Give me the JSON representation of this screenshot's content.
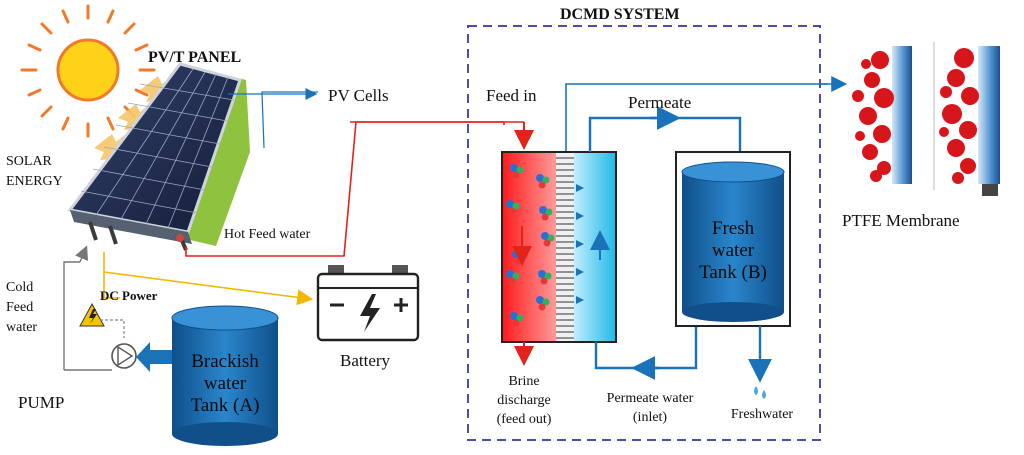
{
  "labels": {
    "pvt_panel": "PV/T PANEL",
    "dcmd_system": "DCMD SYSTEM",
    "pv_cells": "PV Cells",
    "feed_in": "Feed in",
    "permeate": "Permeate",
    "solar_energy_1": "SOLAR",
    "solar_energy_2": "ENERGY",
    "hot_feed_water": "Hot Feed water",
    "cold_feed_1": "Cold",
    "cold_feed_2": "Feed",
    "cold_feed_3": "water",
    "dc_power": "DC Power",
    "pump": "PUMP",
    "battery": "Battery",
    "brine_1": "Brine",
    "brine_2": "discharge",
    "brine_3": "(feed out)",
    "permeate_water_1": "Permeate water",
    "permeate_water_2": "(inlet)",
    "freshwater": "Freshwater",
    "ptfe_membrane": "PTFE Membrane"
  },
  "tanks": {
    "brackish": [
      "Brackish",
      "water",
      "Tank (A)"
    ],
    "fresh": [
      "Fresh",
      "water",
      "Tank (B)"
    ]
  },
  "colors": {
    "hot_line": "#e2231a",
    "water_blue": "#1a73b8",
    "power_line": "#f5b800",
    "dcmd_border": "#4b4fa8",
    "tank_blue": "#1c6fb0"
  }
}
